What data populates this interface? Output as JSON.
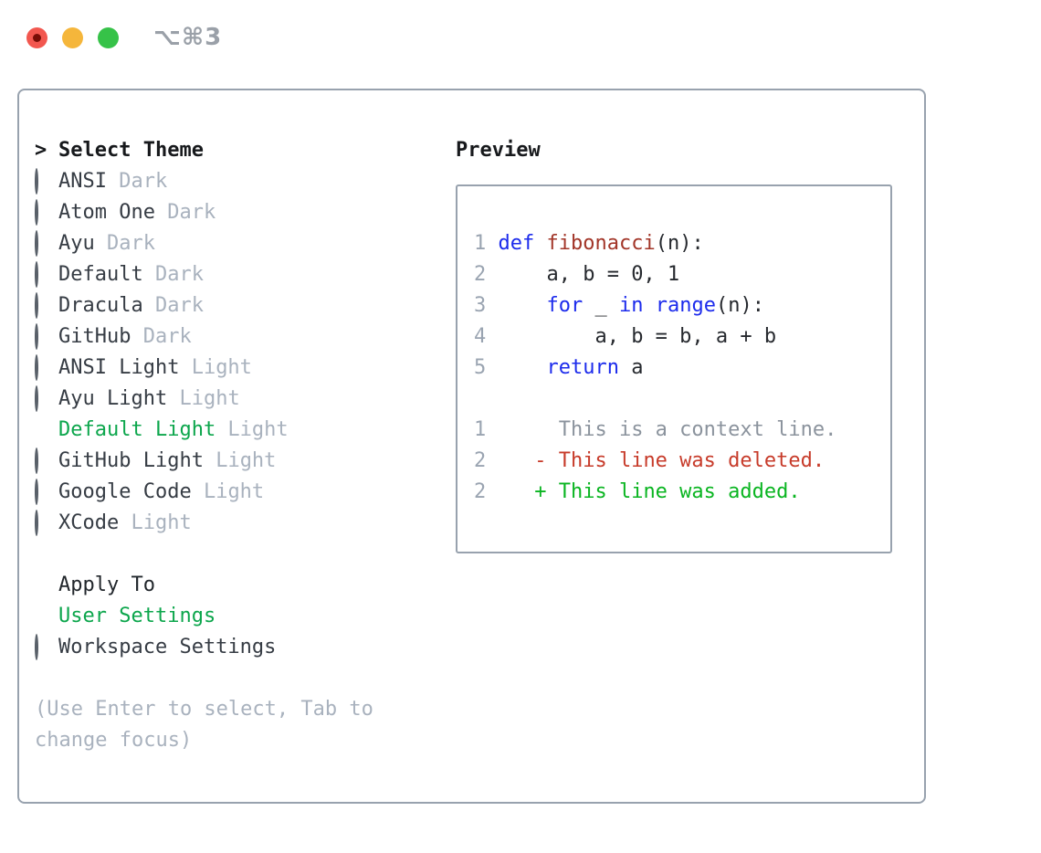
{
  "window": {
    "shortcut": "⌥⌘3"
  },
  "theme_picker": {
    "header": {
      "prefix": ">",
      "title": "Select Theme"
    },
    "items": [
      {
        "label": "ANSI",
        "variant": "Dark",
        "selected": false
      },
      {
        "label": "Atom One",
        "variant": "Dark",
        "selected": false
      },
      {
        "label": "Ayu",
        "variant": "Dark",
        "selected": false
      },
      {
        "label": "Default",
        "variant": "Dark",
        "selected": false
      },
      {
        "label": "Dracula",
        "variant": "Dark",
        "selected": false
      },
      {
        "label": "GitHub",
        "variant": "Dark",
        "selected": false
      },
      {
        "label": "ANSI Light",
        "variant": "Light",
        "selected": false
      },
      {
        "label": "Ayu Light",
        "variant": "Light",
        "selected": false
      },
      {
        "label": "Default Light",
        "variant": "Light",
        "selected": true
      },
      {
        "label": "GitHub Light",
        "variant": "Light",
        "selected": false
      },
      {
        "label": "Google Code",
        "variant": "Light",
        "selected": false
      },
      {
        "label": "XCode",
        "variant": "Light",
        "selected": false
      }
    ]
  },
  "apply_to": {
    "title": "Apply To",
    "options": [
      {
        "label": "User Settings",
        "selected": true
      },
      {
        "label": "Workspace Settings",
        "selected": false
      }
    ]
  },
  "help_text": {
    "line1": "(Use Enter to select, Tab to",
    "line2": "change focus)"
  },
  "preview": {
    "title": "Preview",
    "lines": [
      {
        "segments": []
      },
      {
        "segments": [
          {
            "text": "1",
            "type": "linenum"
          },
          {
            "text": " ",
            "type": "plain"
          },
          {
            "text": "def",
            "type": "keyword"
          },
          {
            "text": " ",
            "type": "plain"
          },
          {
            "text": "fibonacci",
            "type": "function"
          },
          {
            "text": "(n):",
            "type": "plain"
          }
        ]
      },
      {
        "segments": [
          {
            "text": "2",
            "type": "linenum"
          },
          {
            "text": "     a, b = 0, 1",
            "type": "plain"
          }
        ]
      },
      {
        "segments": [
          {
            "text": "3",
            "type": "linenum"
          },
          {
            "text": "     ",
            "type": "plain"
          },
          {
            "text": "for",
            "type": "keyword"
          },
          {
            "text": " _ ",
            "type": "plain"
          },
          {
            "text": "in",
            "type": "keyword"
          },
          {
            "text": " ",
            "type": "plain"
          },
          {
            "text": "range",
            "type": "keyword"
          },
          {
            "text": "(n):",
            "type": "plain"
          }
        ]
      },
      {
        "segments": [
          {
            "text": "4",
            "type": "linenum"
          },
          {
            "text": "         a, b = b, a + b",
            "type": "plain"
          }
        ]
      },
      {
        "segments": [
          {
            "text": "5",
            "type": "linenum"
          },
          {
            "text": "     ",
            "type": "plain"
          },
          {
            "text": "return",
            "type": "keyword"
          },
          {
            "text": " a",
            "type": "plain"
          }
        ]
      },
      {
        "segments": []
      },
      {
        "segments": [
          {
            "text": "1",
            "type": "linenum"
          },
          {
            "text": "      This is a context line.",
            "type": "context"
          }
        ]
      },
      {
        "segments": [
          {
            "text": "2",
            "type": "linenum"
          },
          {
            "text": "    ",
            "type": "plain"
          },
          {
            "text": "- This line was deleted.",
            "type": "deleted"
          }
        ]
      },
      {
        "segments": [
          {
            "text": "2",
            "type": "linenum"
          },
          {
            "text": "    ",
            "type": "plain"
          },
          {
            "text": "+ This line was added.",
            "type": "added"
          }
        ]
      }
    ]
  },
  "colors": {
    "accent_green": "#0ca64c",
    "added_green": "#0ab521",
    "deleted_red": "#c73b2a",
    "keyword_blue": "#1c2bec",
    "function_red": "#a23528",
    "text_dark": "#363c44",
    "header_dark": "#17191c",
    "line_number_gray": "#9aa4b1",
    "context_gray": "#8b939d",
    "muted_gray": "#a9b2be",
    "border_gray": "#98a2ae",
    "traffic_red": "#f2574f",
    "traffic_yellow": "#f5b63b",
    "traffic_green": "#36c248",
    "shortcut_gray": "#9aa0a8"
  }
}
